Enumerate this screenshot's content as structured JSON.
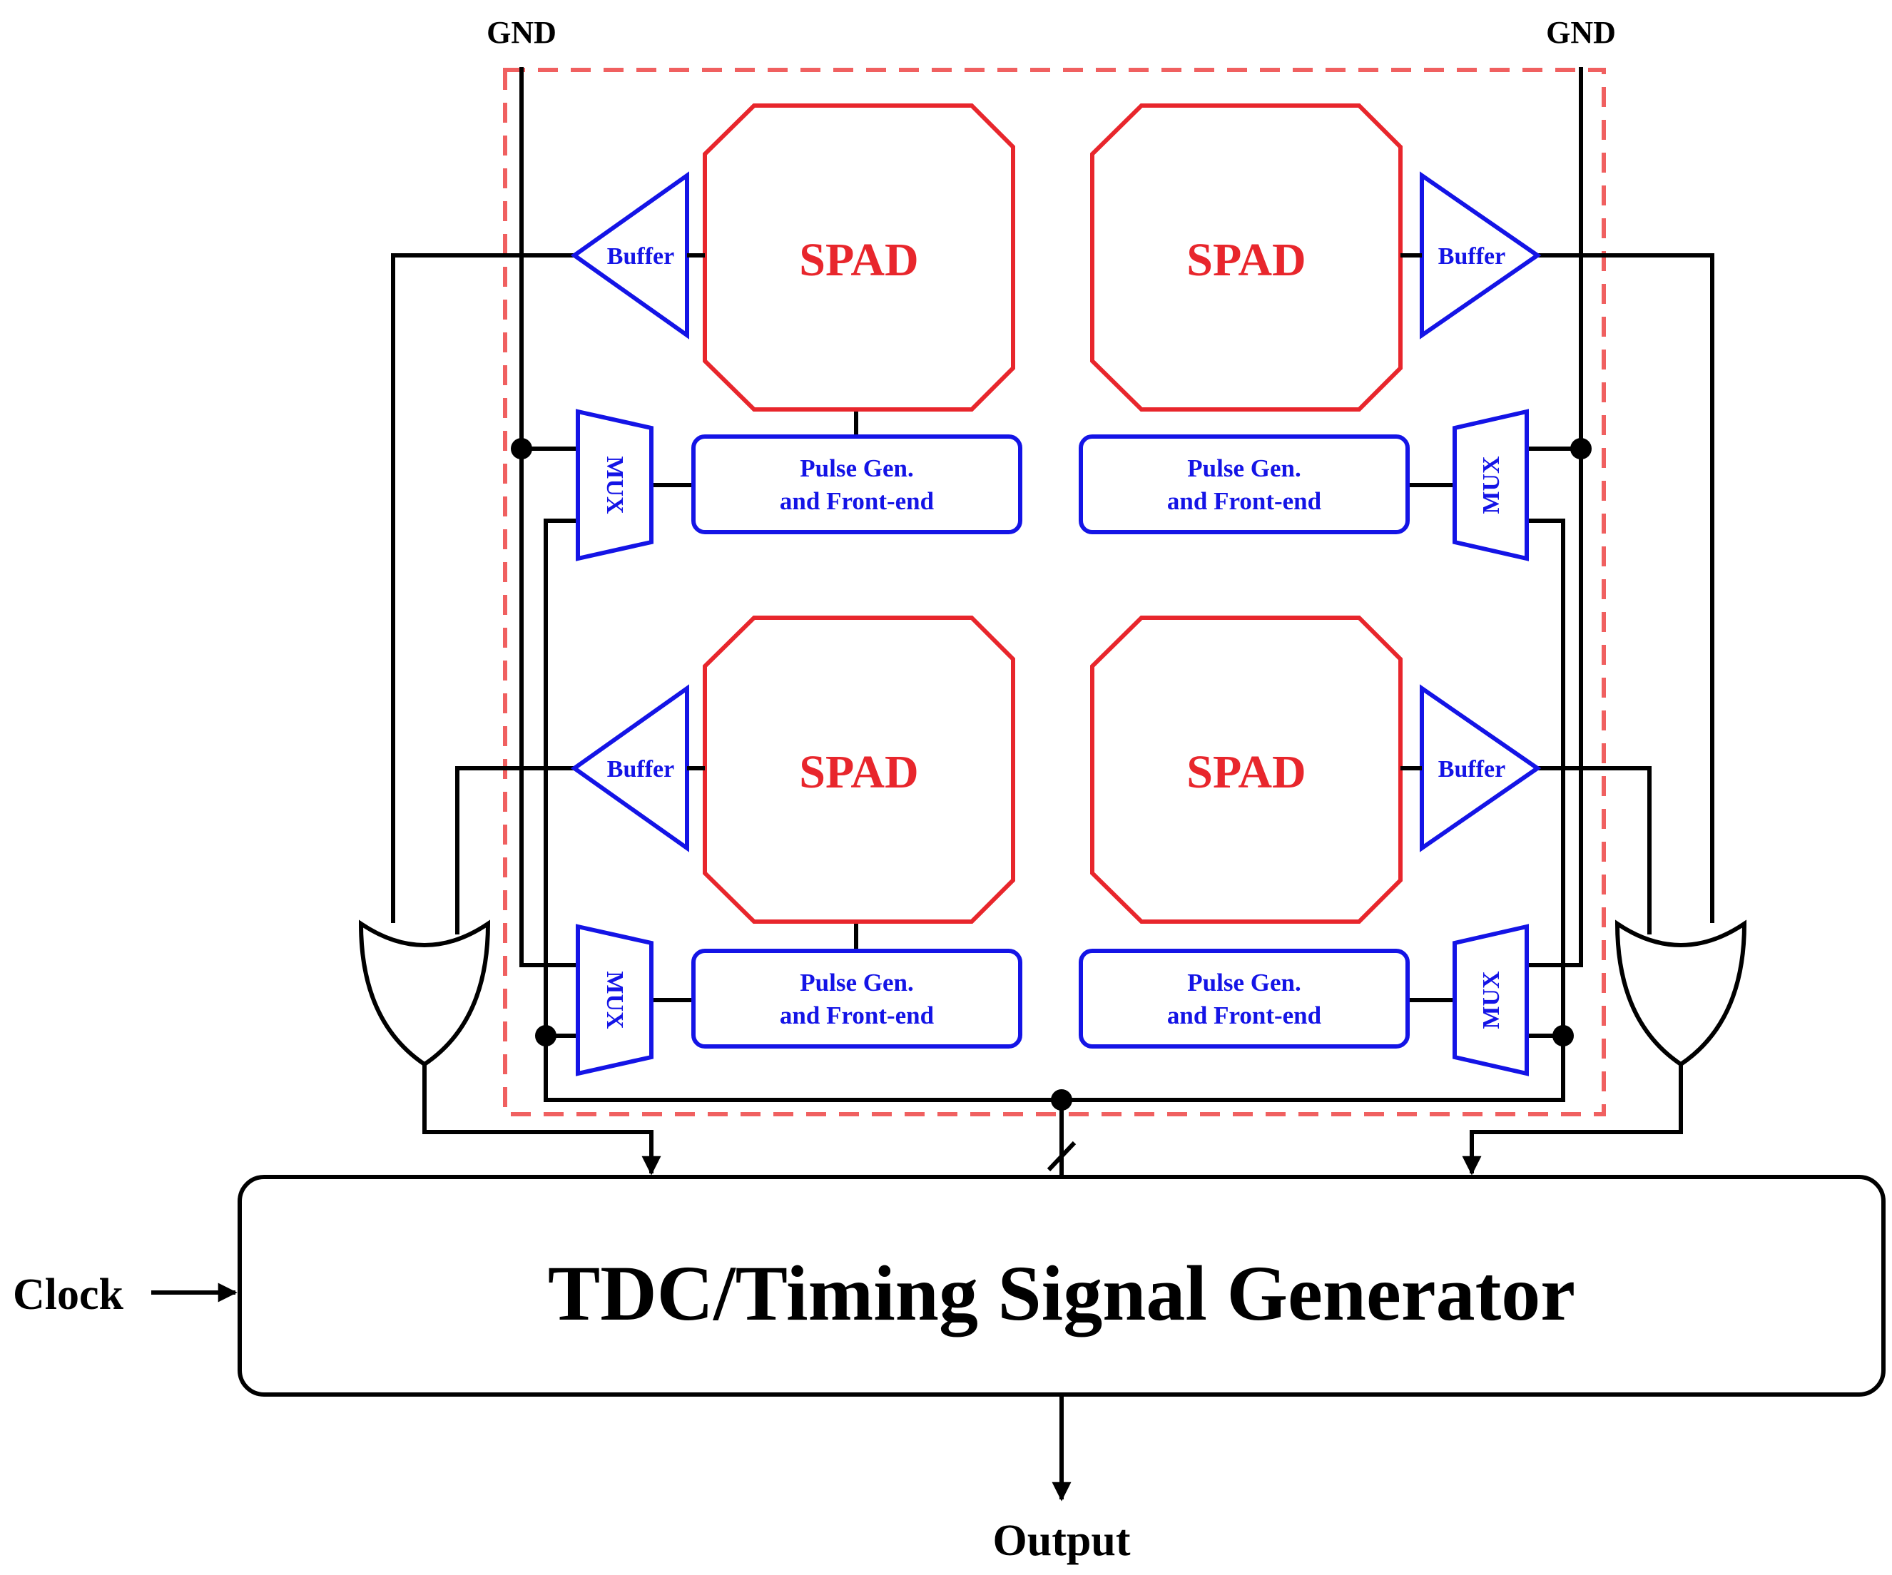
{
  "colors": {
    "spad": "#e8262c",
    "blue_blocks": "#1414e6",
    "wires": "#000000",
    "pixel_boundary": "#f06060",
    "background": "#ffffff"
  },
  "labels": {
    "gnd_left": "GND",
    "gnd_right": "GND",
    "clock": "Clock",
    "output": "Output",
    "tdc": "TDC/Timing Signal Generator"
  },
  "spads": [
    {
      "label": "SPAD"
    },
    {
      "label": "SPAD"
    },
    {
      "label": "SPAD"
    },
    {
      "label": "SPAD"
    }
  ],
  "buffers": [
    {
      "label": "Buffer"
    },
    {
      "label": "Buffer"
    },
    {
      "label": "Buffer"
    },
    {
      "label": "Buffer"
    }
  ],
  "muxes": [
    {
      "label": "MUX"
    },
    {
      "label": "MUX"
    },
    {
      "label": "MUX"
    },
    {
      "label": "MUX"
    }
  ],
  "frontends": [
    {
      "line1": "Pulse Gen.",
      "line2": "and Front-end"
    },
    {
      "line1": "Pulse Gen.",
      "line2": "and Front-end"
    },
    {
      "line1": "Pulse Gen.",
      "line2": "and Front-end"
    },
    {
      "line1": "Pulse Gen.",
      "line2": "and Front-end"
    }
  ],
  "gates": [
    "or-gate",
    "or-gate"
  ]
}
